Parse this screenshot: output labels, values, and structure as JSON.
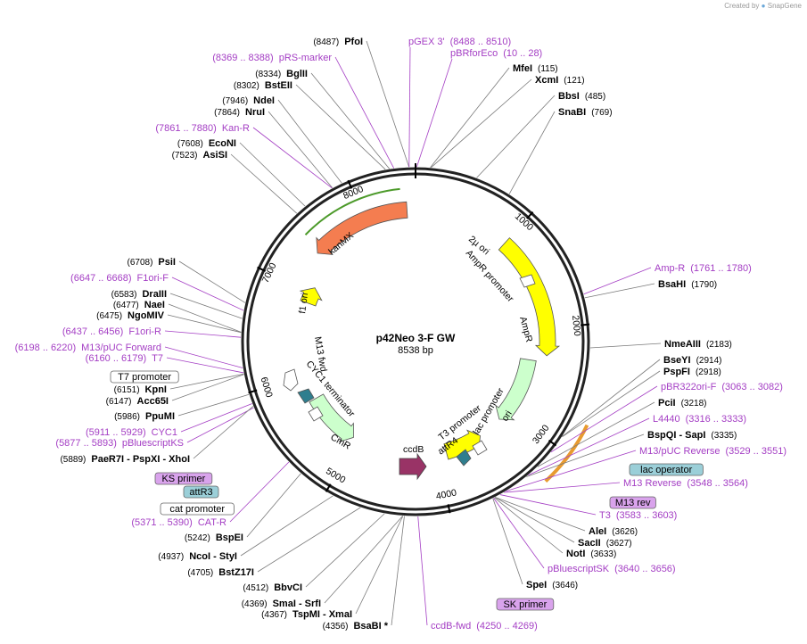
{
  "plasmid": {
    "name": "p42Neo 3-F GW",
    "length": "8538 bp",
    "total_bp": 8538
  },
  "credit": {
    "prefix": "Created by",
    "brand": "SnapGene"
  },
  "ticks": [
    {
      "bp": 1000,
      "label": "1000"
    },
    {
      "bp": 2000,
      "label": "2000"
    },
    {
      "bp": 3000,
      "label": "3000"
    },
    {
      "bp": 4000,
      "label": "4000"
    },
    {
      "bp": 5000,
      "label": "5000"
    },
    {
      "bp": 6000,
      "label": "6000"
    },
    {
      "bp": 7000,
      "label": "7000"
    },
    {
      "bp": 8000,
      "label": "8000"
    }
  ],
  "features": [
    {
      "name": "2µ ori",
      "start": 1000,
      "end": 2280,
      "dir": "cw",
      "color": "#ffff00",
      "ring": 0
    },
    {
      "name": "AmpR promoter",
      "start": 2150,
      "end": 2230,
      "dir": "cw",
      "color": "#ffffff",
      "ring": 1,
      "label_only": true
    },
    {
      "name": "AmpR",
      "start": 2350,
      "end": 3150,
      "dir": "cw",
      "color": "#ccffcc",
      "ring": 1
    },
    {
      "name": "ori",
      "start": 3450,
      "end": 3900,
      "dir": "ccw",
      "color": "#ffff00",
      "ring": 1
    },
    {
      "name": "kanMX",
      "start": 7400,
      "end": 8450,
      "dir": "ccw",
      "color": "#f47d50",
      "ring": 0
    },
    {
      "name": "f1 ori",
      "start": 6870,
      "end": 7070,
      "dir": "cw",
      "color": "#ffff00",
      "ring": 1
    },
    {
      "name": "CmR",
      "start": 5050,
      "end": 5700,
      "dir": "ccw",
      "color": "#ccffcc",
      "ring": 1
    },
    {
      "name": "ccdB",
      "start": 4200,
      "end": 4500,
      "dir": "cw",
      "color": "#993366",
      "ring": 3
    }
  ],
  "feature_labels": [
    {
      "text": "M13 fwd"
    },
    {
      "text": "CYC1 terminator"
    },
    {
      "text": "T3 promoter"
    },
    {
      "text": "attR4"
    },
    {
      "text": "lac promoter"
    }
  ],
  "sites_right": [
    {
      "name": "MfeI",
      "pos": "(115)"
    },
    {
      "name": "XcmI",
      "pos": "(121)"
    },
    {
      "name": "BbsI",
      "pos": "(485)"
    },
    {
      "name": "SnaBI",
      "pos": "(769)"
    },
    {
      "name": "Amp-R",
      "pos": "(1761 .. 1780)",
      "primer": true
    },
    {
      "name": "BsaHI",
      "pos": "(1790)"
    },
    {
      "name": "NmeAIII",
      "pos": "(2183)"
    },
    {
      "name": "BseYI",
      "pos": "(2914)"
    },
    {
      "name": "PspFI",
      "pos": "(2918)"
    },
    {
      "name": "pBR322ori-F",
      "pos": "(3063 .. 3082)",
      "primer": true
    },
    {
      "name": "PciI",
      "pos": "(3218)"
    },
    {
      "name": "L4440",
      "pos": "(3316 .. 3333)",
      "primer": true
    },
    {
      "name": "BspQI - SapI",
      "pos": "(3335)"
    },
    {
      "name": "M13/pUC Reverse",
      "pos": "(3529 .. 3551)",
      "primer": true
    },
    {
      "name": "M13 Reverse",
      "pos": "(3548 .. 3564)",
      "primer": true
    },
    {
      "name": "T3",
      "pos": "(3583 .. 3603)",
      "primer": true
    },
    {
      "name": "AleI",
      "pos": "(3626)"
    },
    {
      "name": "SacII",
      "pos": "(3627)"
    },
    {
      "name": "NotI",
      "pos": "(3633)"
    },
    {
      "name": "pBluescriptSK",
      "pos": "(3640 .. 3656)",
      "primer": true
    },
    {
      "name": "SpeI",
      "pos": "(3646)"
    },
    {
      "name": "ccdB-fwd",
      "pos": "(4250 .. 4269)",
      "primer": true
    }
  ],
  "sites_left": [
    {
      "name": "PfoI",
      "pos": "(8487)"
    },
    {
      "name": "pRS-marker",
      "pos": "(8369 .. 8388)",
      "primer": true
    },
    {
      "name": "BglII",
      "pos": "(8334)"
    },
    {
      "name": "BstEII",
      "pos": "(8302)"
    },
    {
      "name": "NdeI",
      "pos": "(7946)"
    },
    {
      "name": "NruI",
      "pos": "(7864)"
    },
    {
      "name": "Kan-R",
      "pos": "(7861 .. 7880)",
      "primer": true
    },
    {
      "name": "EcoNI",
      "pos": "(7608)"
    },
    {
      "name": "AsiSI",
      "pos": "(7523)"
    },
    {
      "name": "PsiI",
      "pos": "(6708)"
    },
    {
      "name": "F1ori-F",
      "pos": "(6647 .. 6668)",
      "primer": true
    },
    {
      "name": "DraIII",
      "pos": "(6583)"
    },
    {
      "name": "NaeI",
      "pos": "(6477)"
    },
    {
      "name": "NgoMIV",
      "pos": "(6475)"
    },
    {
      "name": "F1ori-R",
      "pos": "(6437 .. 6456)",
      "primer": true
    },
    {
      "name": "M13/pUC Forward",
      "pos": "(6198 .. 6220)",
      "primer": true
    },
    {
      "name": "T7",
      "pos": "(6160 .. 6179)",
      "primer": true
    },
    {
      "name": "KpnI",
      "pos": "(6151)"
    },
    {
      "name": "Acc65I",
      "pos": "(6147)"
    },
    {
      "name": "PpuMI",
      "pos": "(5986)"
    },
    {
      "name": "CYC1",
      "pos": "(5911 .. 5929)",
      "primer": true
    },
    {
      "name": "pBluescriptKS",
      "pos": "(5877 .. 5893)",
      "primer": true
    },
    {
      "name": "PaeR7I - PspXI - XhoI",
      "pos": "(5889)"
    },
    {
      "name": "CAT-R",
      "pos": "(5371 .. 5390)",
      "primer": true
    },
    {
      "name": "BspEI",
      "pos": "(5242)"
    },
    {
      "name": "NcoI - StyI",
      "pos": "(4937)"
    },
    {
      "name": "BstZ17I",
      "pos": "(4705)"
    },
    {
      "name": "BbvCI",
      "pos": "(4512)"
    },
    {
      "name": "SmaI - SrfI",
      "pos": "(4369)"
    },
    {
      "name": "TspMI - XmaI",
      "pos": "(4367)"
    },
    {
      "name": "BsaBI *",
      "pos": "(4356)"
    }
  ],
  "top_extra": [
    {
      "name": "pGEX 3'",
      "pos": "(8488 .. 8510)",
      "primer": true
    },
    {
      "name": "pBRforEco",
      "pos": "(10 .. 28)",
      "primer": true
    }
  ],
  "boxes": [
    {
      "text": "T7 promoter",
      "fill": "#ffffff"
    },
    {
      "text": "KS primer",
      "fill": "#d9a3ec"
    },
    {
      "text": "attR3",
      "fill": "#9bcfd8"
    },
    {
      "text": "cat promoter",
      "fill": "#ffffff"
    },
    {
      "text": "lac operator",
      "fill": "#9bcfd8"
    },
    {
      "text": "M13 rev",
      "fill": "#d9a3ec"
    },
    {
      "text": "SK primer",
      "fill": "#d9a3ec"
    }
  ]
}
